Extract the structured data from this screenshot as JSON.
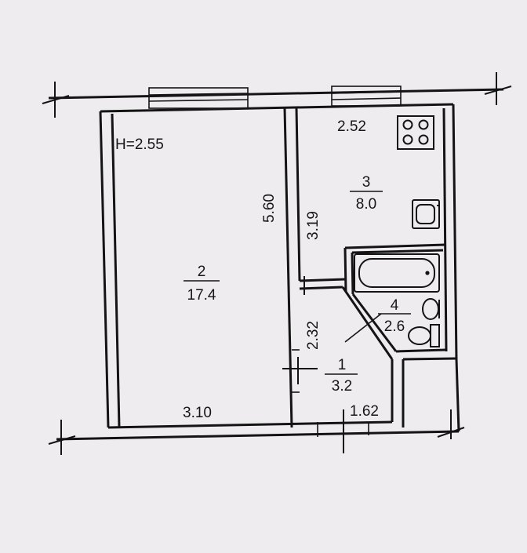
{
  "plan": {
    "ceiling_height": "H=2.55",
    "rooms": [
      {
        "number": "2",
        "area": "17.4"
      },
      {
        "number": "3",
        "area": "8.0"
      },
      {
        "number": "4",
        "area": "2.6"
      },
      {
        "number": "1",
        "area": "3.2"
      }
    ],
    "dimensions": {
      "kitchen_width": "2.52",
      "living_depth": "5.60",
      "kitchen_depth": "3.19",
      "hall_depth": "2.32",
      "living_width": "3.10",
      "hall_width": "1.62"
    },
    "line_color": "#141414",
    "background_color": "#eeecef"
  }
}
